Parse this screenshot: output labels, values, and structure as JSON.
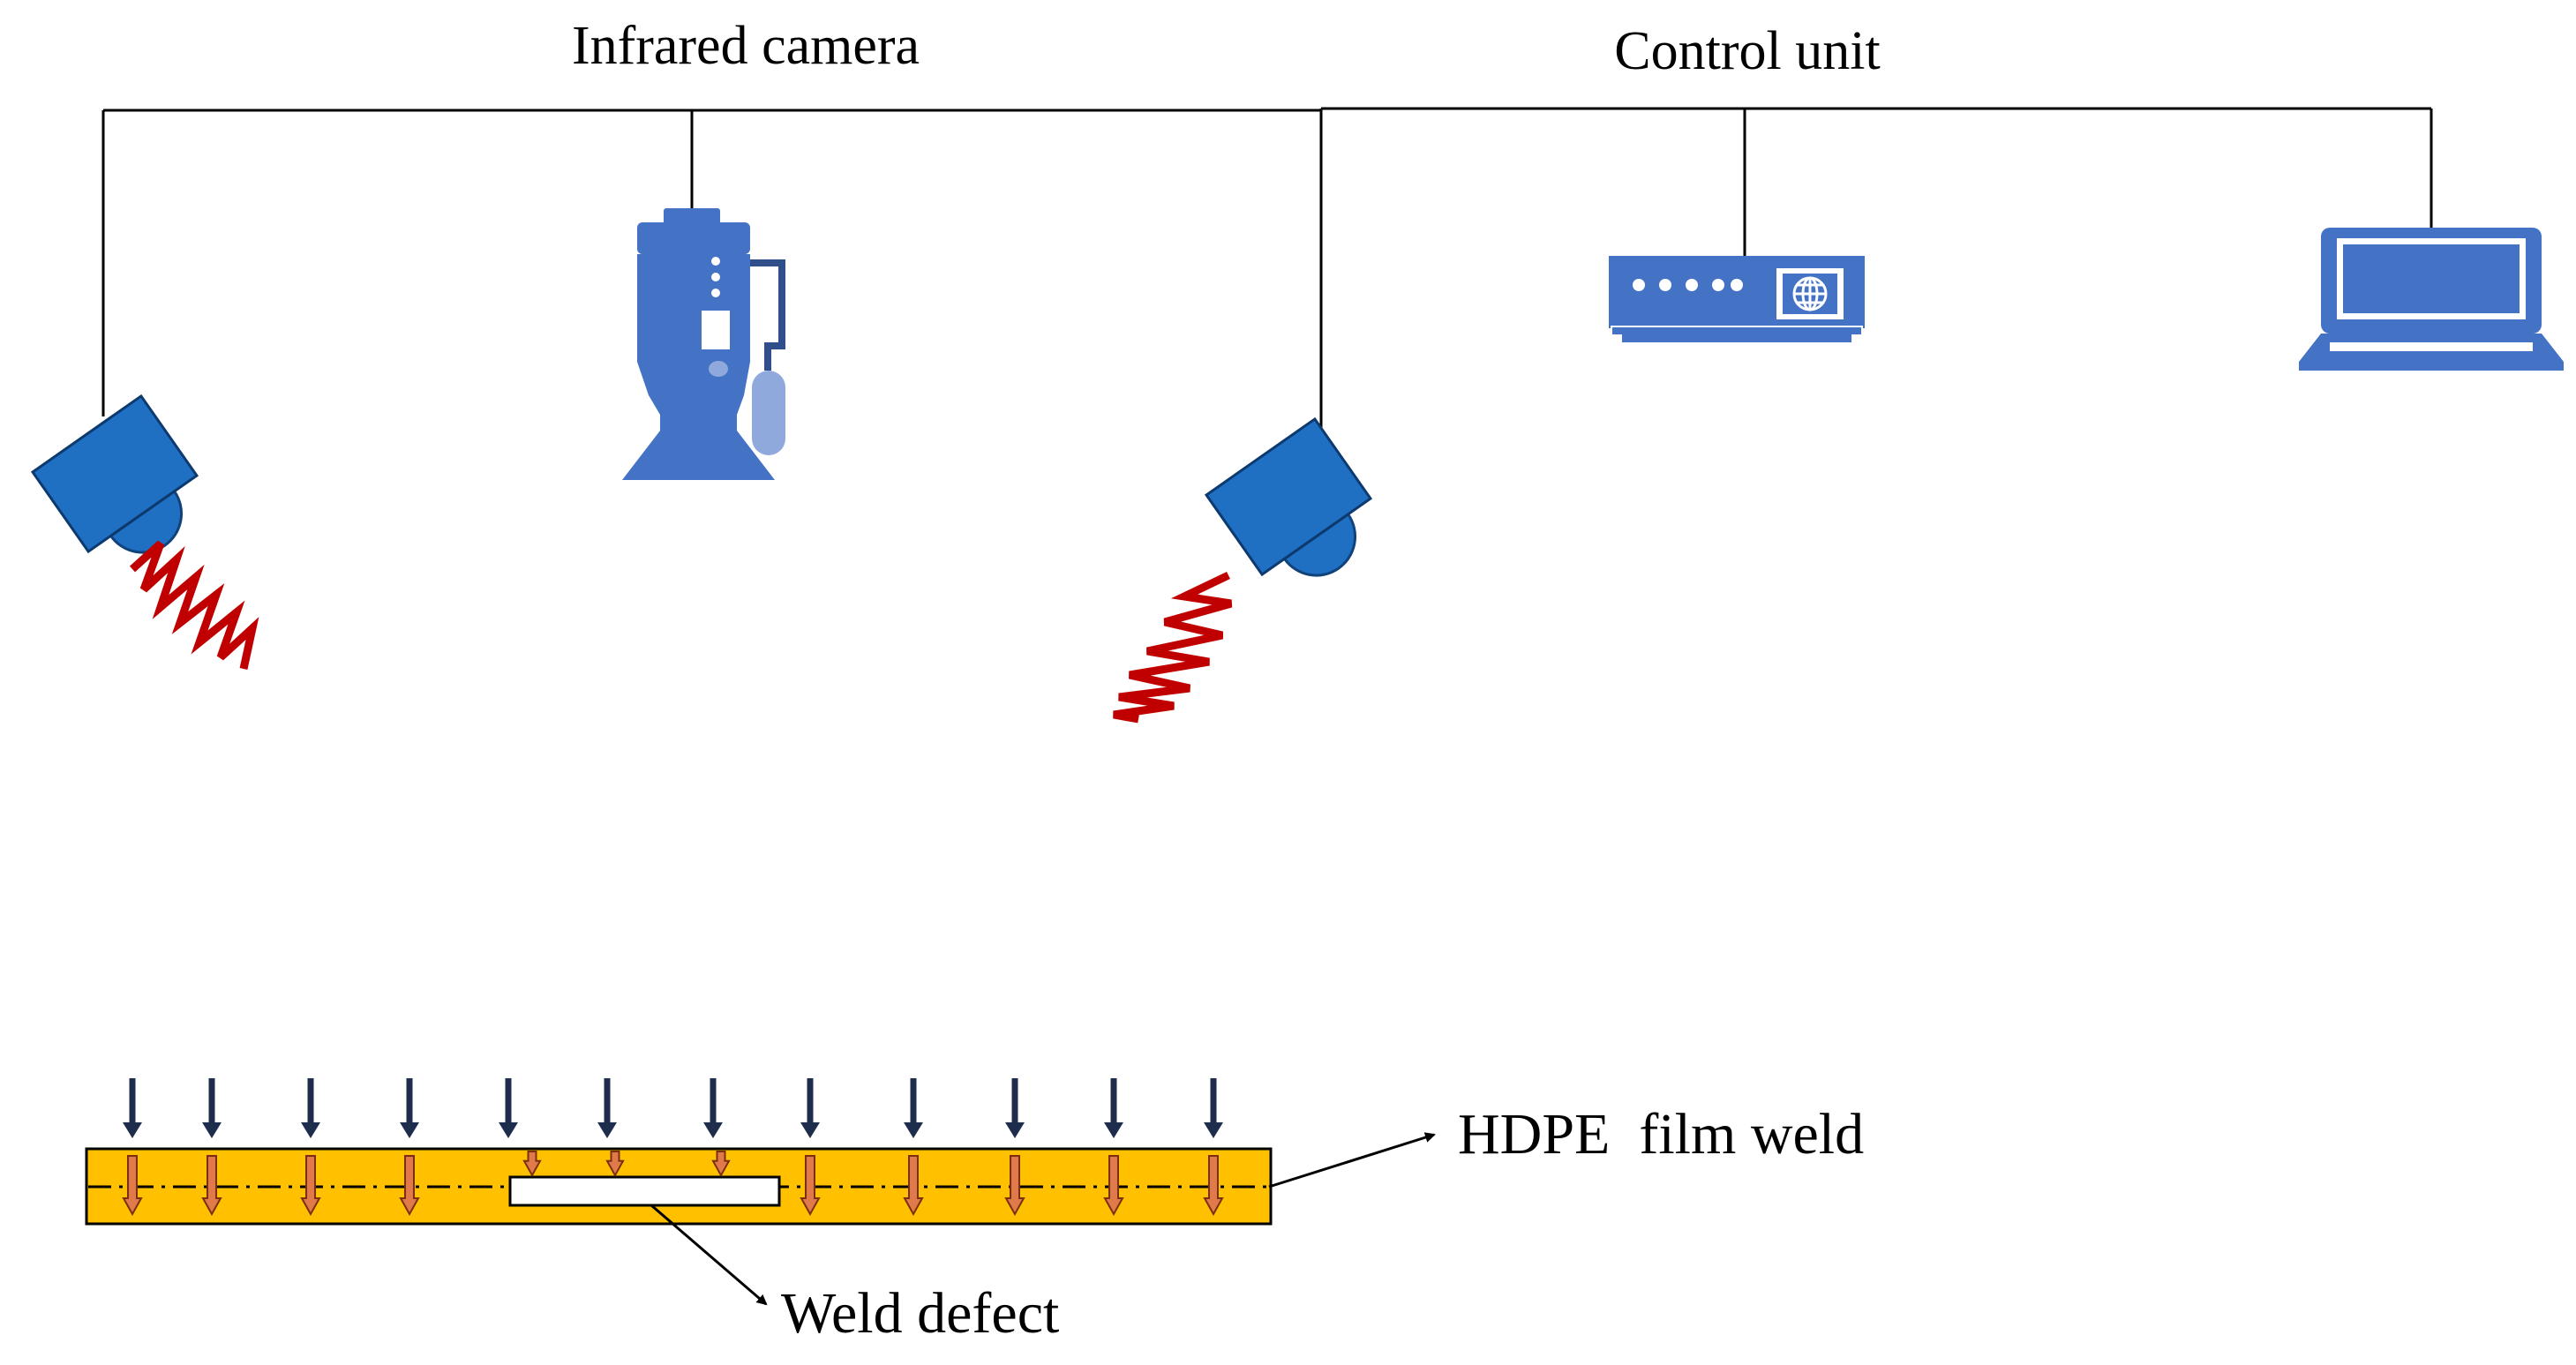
{
  "labels": {
    "infrared_camera": "Infrared camera",
    "control_unit": "Control unit",
    "hdpe_film_weld": "HDPE  film weld",
    "weld_defect": "Weld defect"
  },
  "colors": {
    "wire": "#000000",
    "device_blue": "#4472c4",
    "lamp_blue": "#1f6fc3",
    "heat_wave": "#c00000",
    "weld_fill": "#ffc000",
    "weld_border": "#000000",
    "heat_arrow_navy": "#1f2d4d",
    "transmitted_arrow": "#e07a4a"
  },
  "icons": {
    "left_lamp": "heat-lamp-icon",
    "right_lamp": "heat-lamp-icon",
    "camera": "infrared-camera-icon",
    "router": "router-icon",
    "laptop": "laptop-icon"
  },
  "weld": {
    "incident_arrow_count": 12,
    "defect_arrow_count": 3
  }
}
